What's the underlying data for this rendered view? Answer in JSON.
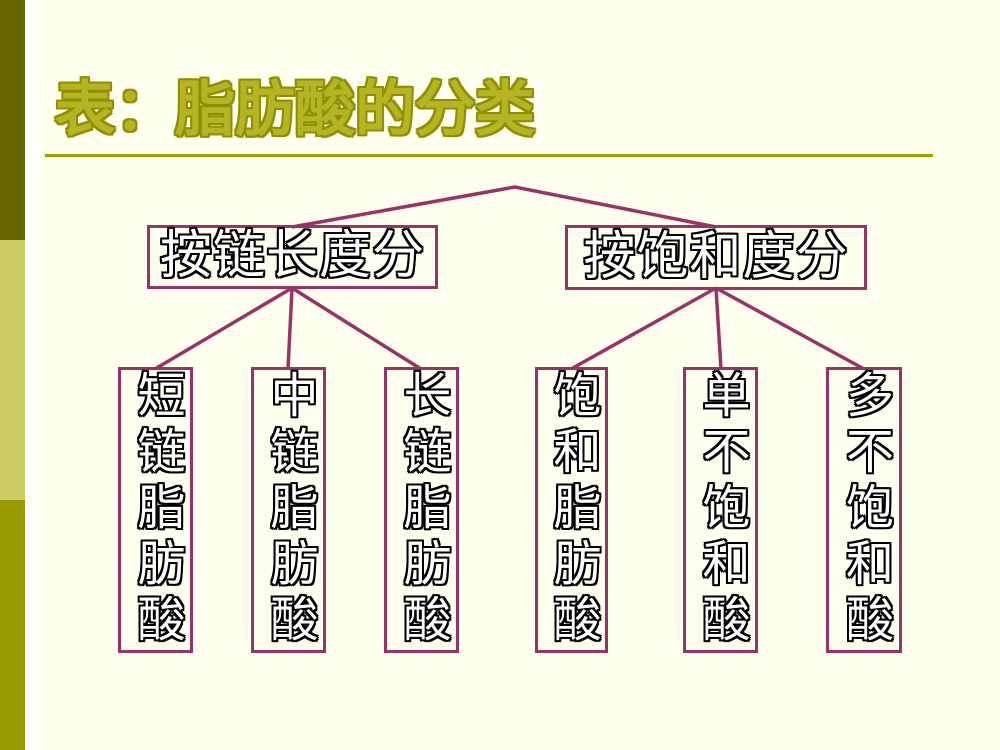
{
  "page": {
    "background_color": "#FFFFF0"
  },
  "sidebar": {
    "segments": [
      {
        "position": "top",
        "color": "#666600"
      },
      {
        "position": "middle",
        "color": "#CCCC66"
      },
      {
        "position": "bottom",
        "color": "#999900"
      }
    ]
  },
  "header": {
    "title": "表：脂肪酸的分类",
    "title_color": "#9A9A00",
    "underline_color": "#A0A000"
  },
  "diagram": {
    "type": "tree",
    "connector_color": "#993366",
    "box_border_color": "#993366",
    "text_color": "#000000",
    "branches": [
      {
        "label": "按链长度分",
        "children": [
          {
            "label": "短链脂肪酸"
          },
          {
            "label": "中链脂肪酸"
          },
          {
            "label": "长链脂肪酸"
          }
        ]
      },
      {
        "label": "按饱和度分",
        "children": [
          {
            "label": "饱和脂肪酸"
          },
          {
            "label": "单不饱和酸"
          },
          {
            "label": "多不饱和酸"
          }
        ]
      }
    ]
  }
}
